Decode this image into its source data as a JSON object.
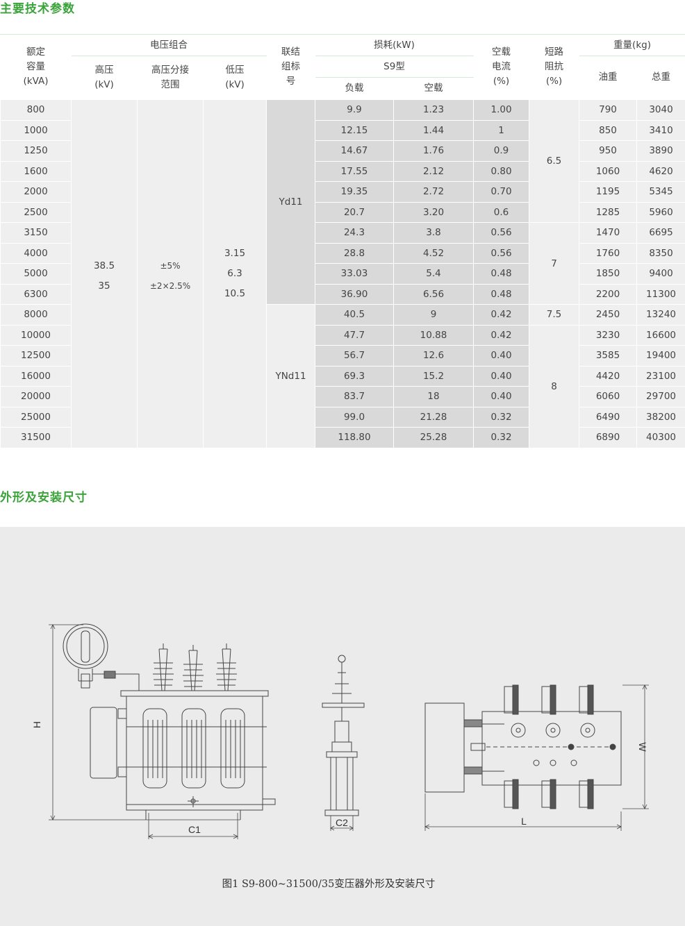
{
  "section1_title": "主要技术参数",
  "section2_title": "外形及安装尺寸",
  "header": {
    "rated_capacity": [
      "额定",
      "容量",
      "(kVA)"
    ],
    "voltage_group": "电压组合",
    "hv": [
      "高压",
      "(kV)"
    ],
    "hv_tap": [
      "高压分接",
      "范围"
    ],
    "lv": [
      "低压",
      "(kV)"
    ],
    "vector_group": [
      "联结",
      "组标",
      "号"
    ],
    "loss": "损耗(kW)",
    "model": "S9型",
    "load_loss": "负载",
    "noload_loss": "空载",
    "noload_current": [
      "空载",
      "电流",
      "(%)"
    ],
    "impedance": [
      "短路",
      "阻抗",
      "(%)"
    ],
    "weight": "重量(kg)",
    "oil_weight": "油重",
    "total_weight": "总重"
  },
  "merged": {
    "hv_values": [
      "38.5",
      "35"
    ],
    "tap_values": [
      "±5%",
      "±2×2.5%"
    ],
    "lv_values": [
      "3.15",
      "6.3",
      "10.5"
    ],
    "vector_a": "Yd11",
    "vector_b": "YNd11",
    "imp_1": "6.5",
    "imp_2": "7",
    "imp_3": "7.5",
    "imp_4": "8"
  },
  "rows": [
    {
      "capacity": "800",
      "load": "9.9",
      "noload": "1.23",
      "current": "1.00",
      "oil": "790",
      "total": "3040"
    },
    {
      "capacity": "1000",
      "load": "12.15",
      "noload": "1.44",
      "current": "1",
      "oil": "850",
      "total": "3410"
    },
    {
      "capacity": "1250",
      "load": "14.67",
      "noload": "1.76",
      "current": "0.9",
      "oil": "950",
      "total": "3890"
    },
    {
      "capacity": "1600",
      "load": "17.55",
      "noload": "2.12",
      "current": "0.80",
      "oil": "1060",
      "total": "4620"
    },
    {
      "capacity": "2000",
      "load": "19.35",
      "noload": "2.72",
      "current": "0.70",
      "oil": "1195",
      "total": "5345"
    },
    {
      "capacity": "2500",
      "load": "20.7",
      "noload": "3.20",
      "current": "0.6",
      "oil": "1285",
      "total": "5960"
    },
    {
      "capacity": "3150",
      "load": "24.3",
      "noload": "3.8",
      "current": "0.56",
      "oil": "1470",
      "total": "6695"
    },
    {
      "capacity": "4000",
      "load": "28.8",
      "noload": "4.52",
      "current": "0.56",
      "oil": "1760",
      "total": "8350"
    },
    {
      "capacity": "5000",
      "load": "33.03",
      "noload": "5.4",
      "current": "0.48",
      "oil": "1850",
      "total": "9400"
    },
    {
      "capacity": "6300",
      "load": "36.90",
      "noload": "6.56",
      "current": "0.48",
      "oil": "2200",
      "total": "11300"
    },
    {
      "capacity": "8000",
      "load": "40.5",
      "noload": "9",
      "current": "0.42",
      "oil": "2450",
      "total": "13240"
    },
    {
      "capacity": "10000",
      "load": "47.7",
      "noload": "10.88",
      "current": "0.42",
      "oil": "3230",
      "total": "16600"
    },
    {
      "capacity": "12500",
      "load": "56.7",
      "noload": "12.6",
      "current": "0.40",
      "oil": "3585",
      "total": "19400"
    },
    {
      "capacity": "16000",
      "load": "69.3",
      "noload": "15.2",
      "current": "0.40",
      "oil": "4420",
      "total": "23100"
    },
    {
      "capacity": "20000",
      "load": "83.7",
      "noload": "18",
      "current": "0.40",
      "oil": "6060",
      "total": "29700"
    },
    {
      "capacity": "25000",
      "load": "99.0",
      "noload": "21.28",
      "current": "0.32",
      "oil": "6490",
      "total": "38200"
    },
    {
      "capacity": "31500",
      "load": "118.80",
      "noload": "25.28",
      "current": "0.32",
      "oil": "6890",
      "total": "40300"
    }
  ],
  "drawing_labels": {
    "h": "H",
    "c1": "C1",
    "c2": "C2",
    "l": "L",
    "w": "W"
  },
  "caption": "图1 S9-800~31500/35变压器外形及安装尺寸"
}
